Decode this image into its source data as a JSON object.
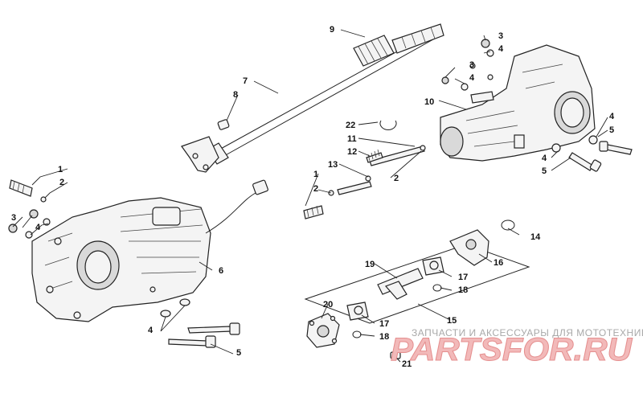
{
  "callouts": {
    "c1a": "1",
    "c2a": "2",
    "c3a": "3",
    "c4a": "4",
    "c4b": "4",
    "c5b": "5",
    "c6": "6",
    "c7": "7",
    "c8": "8",
    "c9": "9",
    "c3c": "3",
    "c4c": "4",
    "c3d": "3",
    "c4d": "4",
    "c10": "10",
    "c4e": "4",
    "c5e": "5",
    "c4f": "4",
    "c5f": "5",
    "c22": "22",
    "c11": "11",
    "c12": "12",
    "c13": "13",
    "c1g": "1",
    "c2g": "2",
    "c2h": "2",
    "c14": "14",
    "c16": "16",
    "c19": "19",
    "c17a": "17",
    "c18a": "18",
    "c15": "15",
    "c20": "20",
    "c17b": "17",
    "c18b": "18",
    "c21": "21"
  },
  "watermark": {
    "subtitle": "ЗАПЧАСТИ И АКСЕССУАРЫ ДЛЯ МОТОТЕХНИКИ",
    "logo": "PARTSFOR.RU"
  },
  "colors": {
    "watermark_fill": "#f2b9b9",
    "watermark_stroke": "#e58f8f",
    "line": "#222222"
  }
}
